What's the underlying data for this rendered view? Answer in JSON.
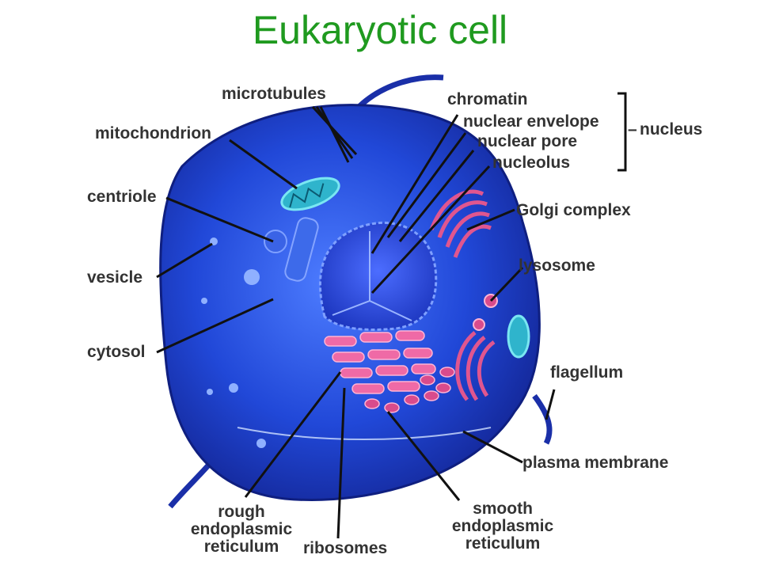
{
  "title": "Eukaryotic cell",
  "labels": {
    "microtubules": "microtubules",
    "mitochondrion": "mitochondrion",
    "centriole": "centriole",
    "vesicle": "vesicle",
    "cytosol": "cytosol",
    "chromatin": "chromatin",
    "nuclear_envelope": "nuclear envelope",
    "nuclear_pore": "nuclear pore",
    "nucleolus": "nucleolus",
    "nucleus": "nucleus",
    "golgi_complex": "Golgi complex",
    "lysosome": "lysosome",
    "flagellum": "flagellum",
    "plasma_membrane": "plasma membrane",
    "rough_er_line1": "rough",
    "rough_er_line2": "endoplasmic",
    "rough_er_line3": "reticulum",
    "ribosomes": "ribosomes",
    "smooth_er_line1": "smooth",
    "smooth_er_line2": "endoplasmic",
    "smooth_er_line3": "reticulum",
    "nucleus_bracket_dash": "–"
  },
  "colors": {
    "title": "#1f9a1f",
    "label_text": "#333333",
    "cell_outer": "#1d3fd0",
    "cell_inner": "#2a55e8",
    "organelle_pink": "#e0568f",
    "mito_cyan": "#3fc6d8"
  }
}
